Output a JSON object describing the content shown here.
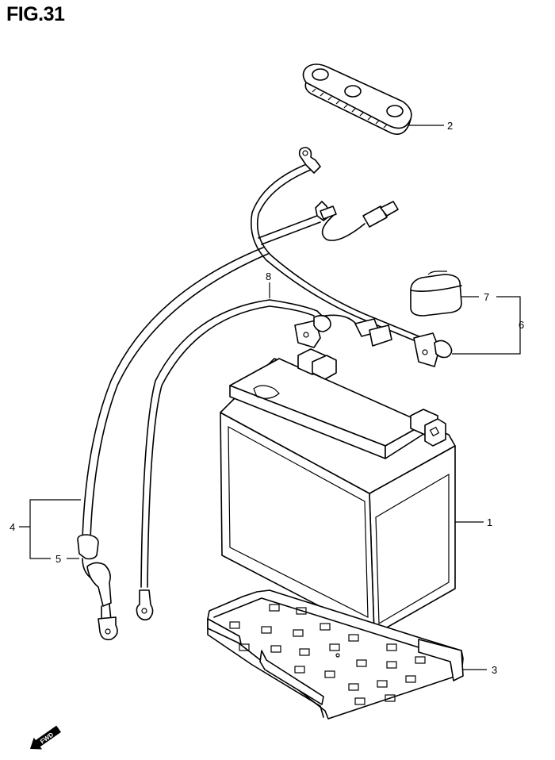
{
  "figure": {
    "title": "FIG.31"
  },
  "callouts": {
    "c1": "1",
    "c2": "2",
    "c3": "3",
    "c4": "4",
    "c5": "5",
    "c6": "6",
    "c7": "7",
    "c8": "8"
  },
  "fwd_arrow": {
    "label": "FWD"
  }
}
